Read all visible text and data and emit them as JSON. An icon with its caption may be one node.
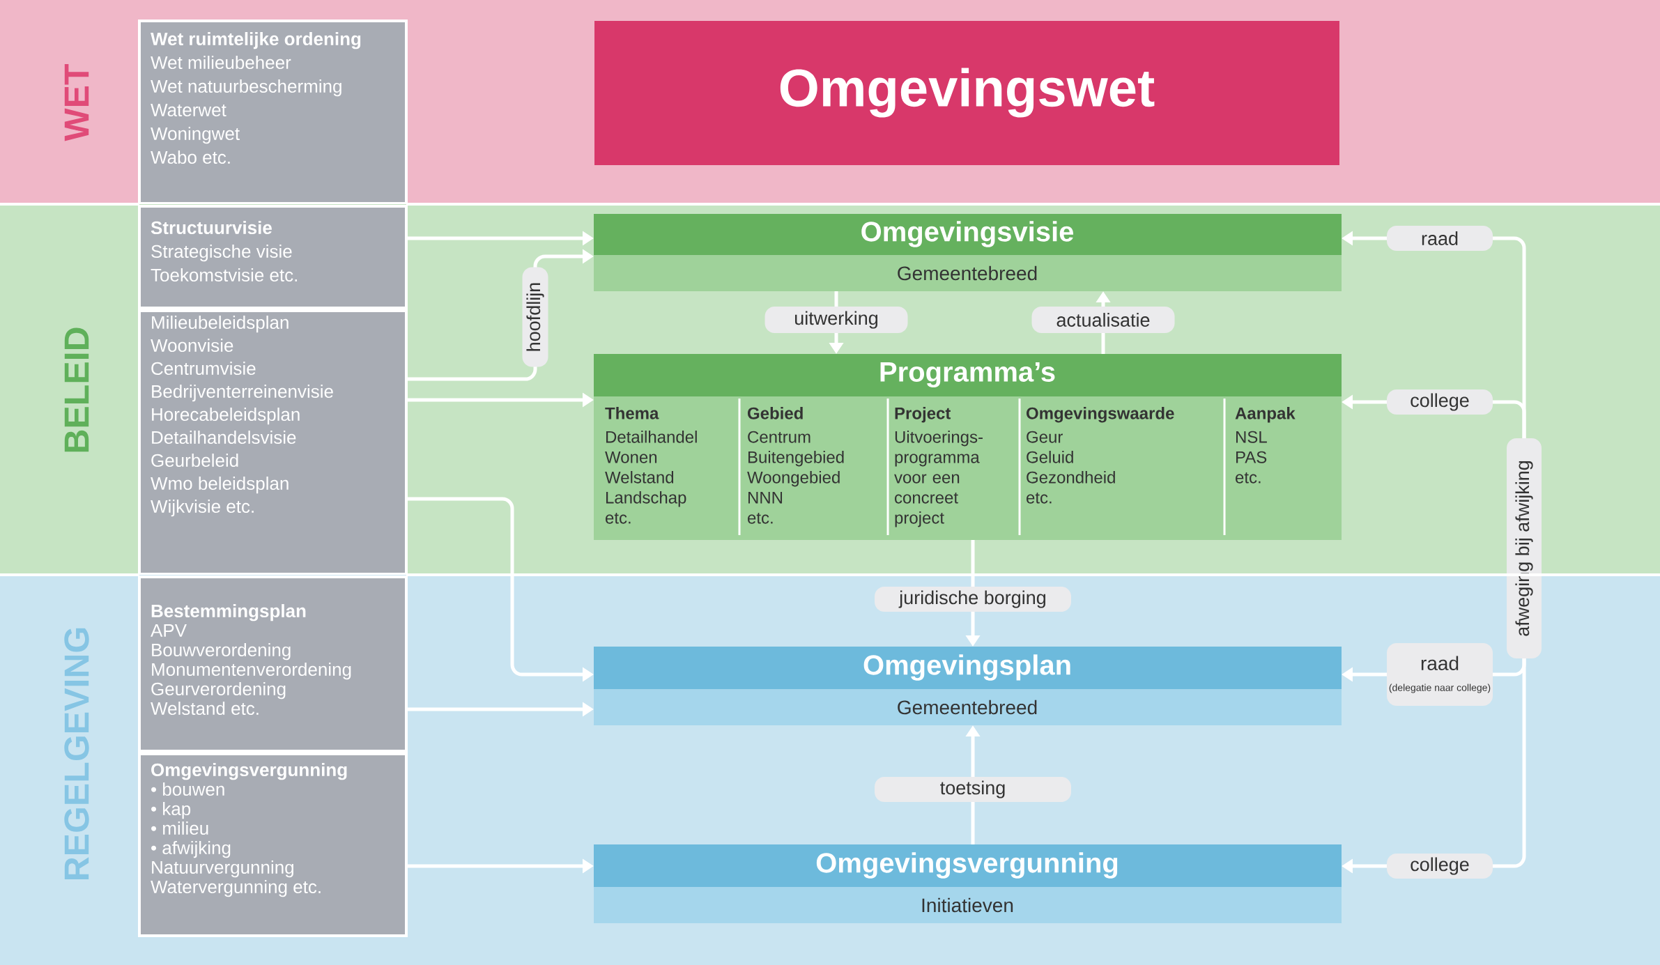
{
  "diagram": {
    "nodes": [
      {
        "text": [
          "WET"
        ]
      },
      {
        "text": [
          "Wet ruimtelijke ordening",
          "Wet milieubeheer",
          "Wet natuurbescherming",
          "Waterwet",
          "Woningwet",
          "Wabo etc."
        ],
        "in": 0
      },
      {
        "text": [
          "Omgevingswet"
        ],
        "in": 0
      },
      {
        "text": [
          "BELEID"
        ]
      },
      {
        "text": [
          "Structuurvisie",
          "Strategische visie",
          "Toekomstvisie etc."
        ],
        "in": 3
      },
      {
        "text": [
          "Milieubeleidsplan",
          "Woonvisie",
          "Centrumvisie",
          "Bedrijventerreinenvisie",
          "Horecabeleidsplan",
          "Detailhandelsvisie",
          "Geurbeleid",
          "Wmo beleidsplan",
          "Wijkvisie etc."
        ],
        "in": 3
      },
      {
        "text": [
          "Omgevingsvisie",
          "Gemeentebreed"
        ],
        "in": 3
      },
      {
        "text": [
          "Programma’s"
        ],
        "in": 3
      },
      {
        "text": [
          "Thema",
          "Detailhandel",
          "Wonen",
          "Welstand",
          "Landschap",
          "etc."
        ],
        "in": 7
      },
      {
        "text": [
          "Gebied",
          "Centrum",
          "Buitengebied",
          "Woongebied",
          "NNN",
          "etc."
        ],
        "in": 7
      },
      {
        "text": [
          "Project",
          "Uitvoerings-programma voor een concreet project"
        ],
        "in": 7
      },
      {
        "text": [
          "Omgevingswaarde",
          "Geur",
          "Geluid",
          "Gezondheid",
          "etc."
        ],
        "in": 7
      },
      {
        "text": [
          "Aanpak",
          "NSL",
          "PAS",
          "etc."
        ],
        "in": 7
      },
      {
        "text": [
          "REGELGEVING"
        ]
      },
      {
        "text": [
          "Bestemmingsplan",
          "APV",
          "Bouwverordening",
          "Monumentenverordening",
          "Geurverordening",
          "Welstand etc."
        ],
        "in": 13
      },
      {
        "text": [
          "Omgevingsvergunning",
          "• bouwen",
          "• kap",
          "• milieu",
          "• afwijking",
          "Natuurvergunning",
          "Watervergunning etc."
        ],
        "in": 13
      },
      {
        "text": [
          "Omgevingsplan",
          "Gemeentebreed"
        ],
        "in": 13
      },
      {
        "text": [
          "Omgevingsvergunning",
          "Initiatieven"
        ],
        "in": 13
      },
      {
        "text": [
          "afweging bij afwijking"
        ]
      }
    ],
    "edges": [
      {
        "from": 4,
        "to": 6,
        "arrow": "to"
      },
      {
        "from": 5,
        "to": 6,
        "arrow": "to",
        "label": "hoofdlijn"
      },
      {
        "from": 5,
        "to": 7,
        "arrow": "to"
      },
      {
        "from": 5,
        "to": 16,
        "arrow": "to"
      },
      {
        "from": 14,
        "to": 16,
        "arrow": "to"
      },
      {
        "from": 15,
        "to": 17,
        "arrow": "to"
      },
      {
        "from": 6,
        "to": 7,
        "arrow": "to",
        "label": "uitwerking"
      },
      {
        "from": 7,
        "to": 6,
        "arrow": "to",
        "label": "actualisatie"
      },
      {
        "from": 7,
        "to": 16,
        "arrow": "to",
        "label": "juridische borging"
      },
      {
        "from": 17,
        "to": 16,
        "arrow": "to",
        "label": "toetsing"
      },
      {
        "from": 18,
        "to": 6,
        "arrow": "to",
        "label": "raad"
      },
      {
        "from": 18,
        "to": 7,
        "arrow": "to",
        "label": "college"
      },
      {
        "from": 18,
        "to": 16,
        "arrow": "to",
        "label": "raad"
      },
      {
        "from": 18,
        "to": 17,
        "arrow": "to",
        "label": "college"
      }
    ],
    "labels": [
      "(delegatie naar college)"
    ]
  }
}
